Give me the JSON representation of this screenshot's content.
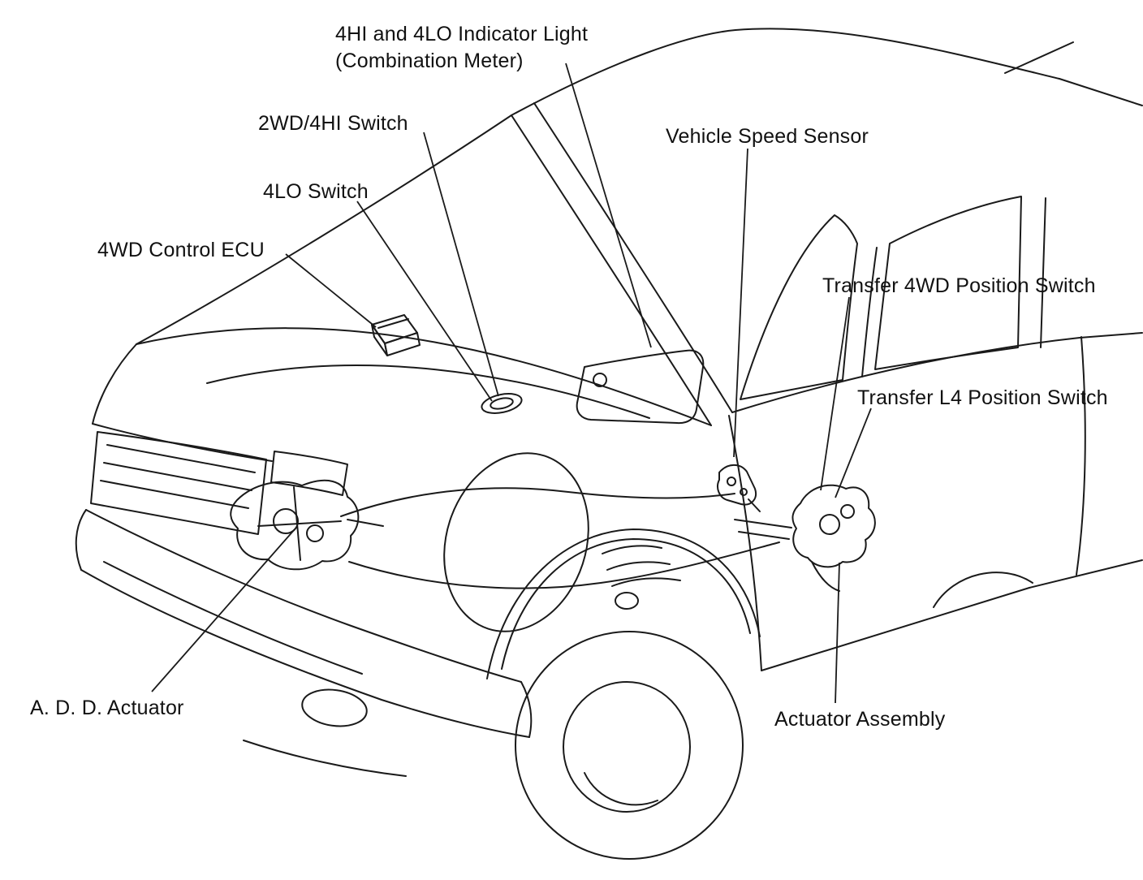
{
  "diagram": {
    "colors": {
      "line": "#1a1a1a",
      "background": "#ffffff",
      "text": "#111111"
    },
    "labels": {
      "indicator_light": {
        "line1": "4HI and 4LO Indicator Light",
        "line2": "(Combination Meter)"
      },
      "switch_2wd_4hi": "2WD/4HI Switch",
      "switch_4lo": "4LO Switch",
      "ecu_4wd": "4WD Control ECU",
      "vehicle_speed_sensor": "Vehicle Speed Sensor",
      "transfer_4wd_position_switch": "Transfer 4WD Position Switch",
      "transfer_l4_position_switch": "Transfer L4 Position Switch",
      "add_actuator": "A. D. D. Actuator",
      "actuator_assembly": "Actuator Assembly"
    }
  }
}
